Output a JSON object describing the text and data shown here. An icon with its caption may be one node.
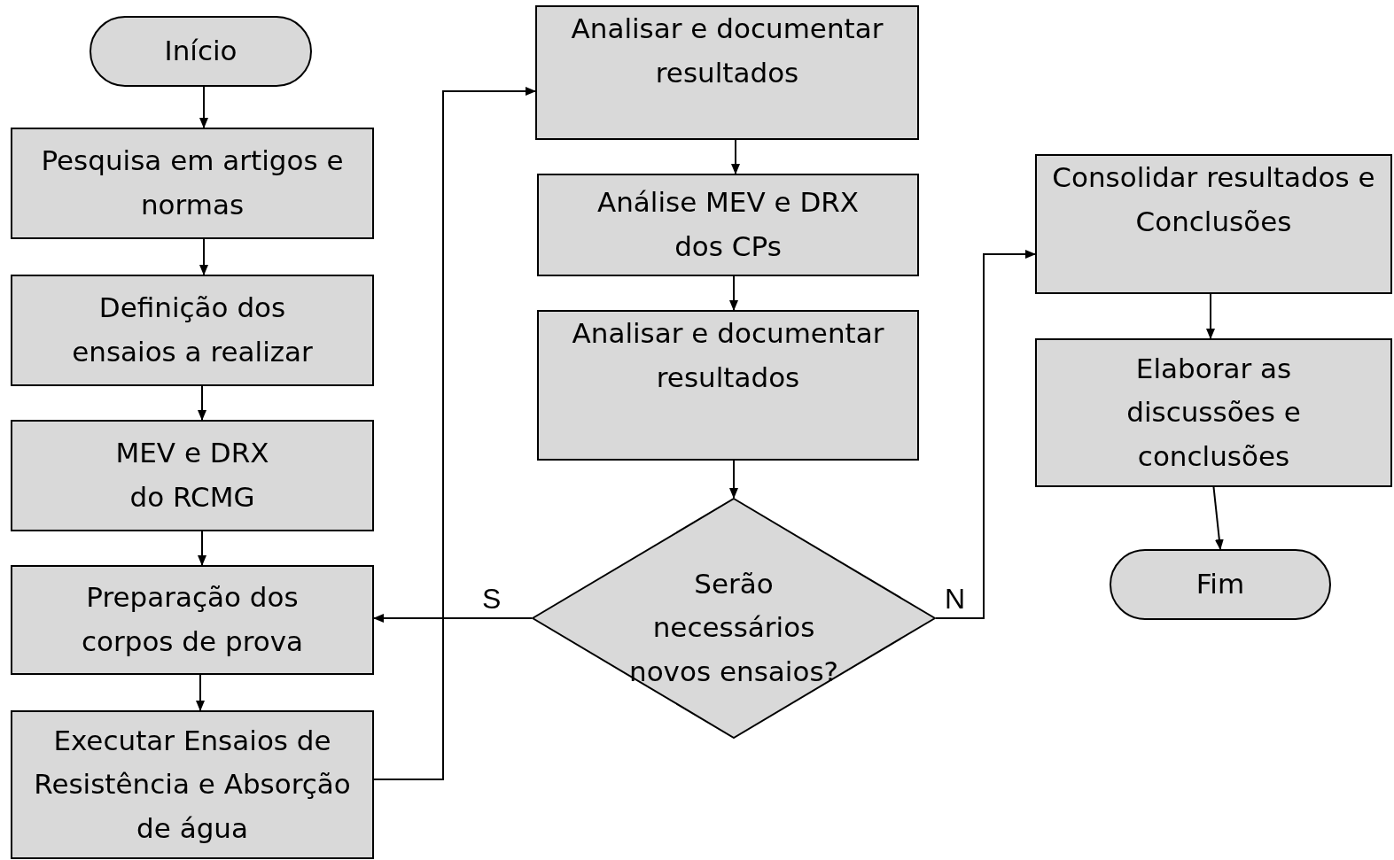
{
  "diagram": {
    "nodes": [
      {
        "text": [
          "Início"
        ]
      },
      {
        "text": [
          "Pesquisa em artigos e normas"
        ]
      },
      {
        "text": [
          "Definição dos ensaios a realizar"
        ]
      },
      {
        "text": [
          "MEV e DRX do RCMG"
        ]
      },
      {
        "text": [
          "Preparação dos corpos de prova"
        ]
      },
      {
        "text": [
          "Executar Ensaios de Resistência e Absorção de água"
        ]
      },
      {
        "text": [
          "Analisar e documentar resultados"
        ]
      },
      {
        "text": [
          "Análise MEV e DRX dos CPs"
        ]
      },
      {
        "text": [
          "Analisar e documentar resultados"
        ]
      },
      {
        "text": [
          "Serão necessários novos ensaios?"
        ]
      },
      {
        "text": [
          "Consolidar resultados e Conclusões"
        ]
      },
      {
        "text": [
          "Elaborar as discussões e conclusões"
        ]
      },
      {
        "text": [
          "Fim"
        ]
      }
    ],
    "edges": [
      {
        "from": 0,
        "to": 1,
        "arrow": "to"
      },
      {
        "from": 1,
        "to": 2,
        "arrow": "to"
      },
      {
        "from": 2,
        "to": 3,
        "arrow": "to"
      },
      {
        "from": 3,
        "to": 4,
        "arrow": "to"
      },
      {
        "from": 4,
        "to": 5,
        "arrow": "to"
      },
      {
        "from": 5,
        "to": 6,
        "arrow": "to"
      },
      {
        "from": 6,
        "to": 7,
        "arrow": "to"
      },
      {
        "from": 7,
        "to": 8,
        "arrow": "to"
      },
      {
        "from": 8,
        "to": 9,
        "arrow": "to"
      },
      {
        "from": 9,
        "to": 4,
        "arrow": "to",
        "label": "S"
      },
      {
        "from": 9,
        "to": 10,
        "arrow": "to",
        "label": "N"
      },
      {
        "from": 10,
        "to": 11,
        "arrow": "to"
      },
      {
        "from": 11,
        "to": 12,
        "arrow": "to"
      }
    ]
  }
}
